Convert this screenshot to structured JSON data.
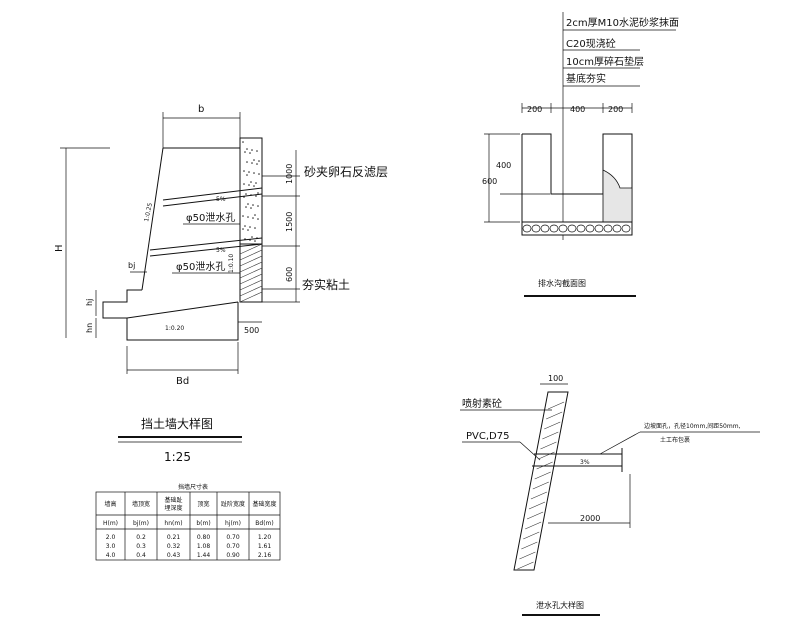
{
  "wall": {
    "top_width": "b",
    "height": "H",
    "bj": "bj",
    "hj": "hj",
    "hn": "hn",
    "base": "Bd",
    "slope_front": "1:0.25",
    "slope_base": "1:0.20",
    "slope_back": "1:0.10",
    "dim_1000": "1000",
    "dim_1500": "1500",
    "dim_600": "600",
    "dim_500": "500",
    "pipe_slope_1": "5%",
    "pipe_slope_2": "5%",
    "filter_label": "砂夹卵石反滤层",
    "drain1_label": "φ50泄水孔",
    "drain2_label": "φ50泄水孔",
    "clay_label": "夯实粘土",
    "title": "挡土墙大样图",
    "scale": "1:25"
  },
  "table": {
    "title": "挡墙尺寸表",
    "headers": [
      "墙高",
      "墙顶宽",
      "基础趾\n埋深度",
      "顶宽",
      "趾阶宽度",
      "基础宽度"
    ],
    "units": [
      "H(m)",
      "bj(m)",
      "hn(m)",
      "b(m)",
      "hj(m)",
      "Bd(m)"
    ],
    "rows": [
      [
        "2.0",
        "0.2",
        "0.21",
        "0.80",
        "0.70",
        "1.20"
      ],
      [
        "3.0",
        "0.3",
        "0.32",
        "1.08",
        "0.70",
        "1.61"
      ],
      [
        "4.0",
        "0.4",
        "0.43",
        "1.44",
        "0.90",
        "2.16"
      ]
    ]
  },
  "ditch": {
    "layers": [
      "2cm厚M10水泥砂浆抹面",
      "C20现浇砼",
      "10cm厚碎石垫层",
      "基底夯实"
    ],
    "dim_200_left": "200",
    "dim_400": "400",
    "dim_200_right": "200",
    "dim_400_v": "400",
    "dim_600_v": "600",
    "title": "排水沟截面图"
  },
  "weephole": {
    "dim_100": "100",
    "shotcrete_label": "喷射素砼",
    "pvc_label": "PVC,D75",
    "note_line1": "边坡面孔，孔径10mm,间距50mm,",
    "note_line2": "土工布包裹",
    "slope_label": "3%",
    "dim_2000": "2000",
    "title": "泄水孔大样图"
  }
}
